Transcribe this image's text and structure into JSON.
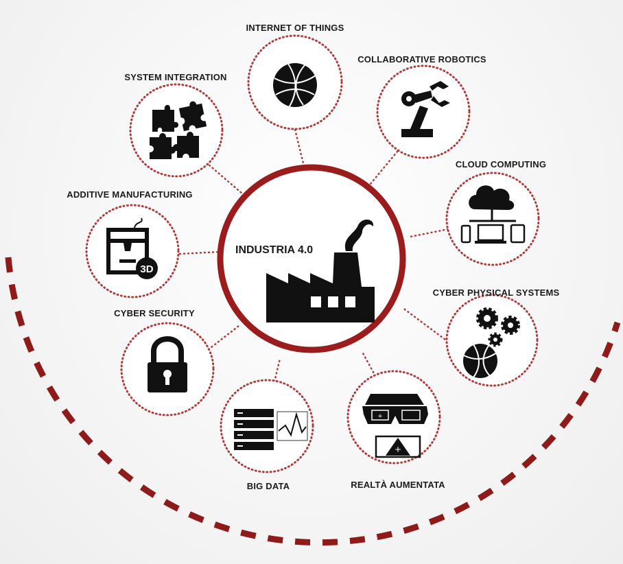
{
  "hub": {
    "title": "INDUSTRIA 4.0"
  },
  "nodes": [
    {
      "id": "iot",
      "label": "INTERNET OF THINGS",
      "icon": "globe-network-icon"
    },
    {
      "id": "robotics",
      "label": "COLLABORATIVE ROBOTICS",
      "icon": "robot-arm-icon"
    },
    {
      "id": "cloud",
      "label": "CLOUD COMPUTING",
      "icon": "cloud-devices-icon"
    },
    {
      "id": "cps",
      "label": "CYBER PHYSICAL SYSTEMS",
      "icon": "gears-globe-icon"
    },
    {
      "id": "ar",
      "label": "REALTÀ AUMENTATA",
      "icon": "ar-glasses-icon"
    },
    {
      "id": "bigdata",
      "label": "BIG DATA",
      "icon": "server-data-icon"
    },
    {
      "id": "security",
      "label": "CYBER SECURITY",
      "icon": "padlock-icon"
    },
    {
      "id": "additive",
      "label": "ADDITIVE MANUFACTURING",
      "icon": "3d-printer-icon"
    },
    {
      "id": "integration",
      "label": "SYSTEM INTEGRATION",
      "icon": "puzzle-icon"
    }
  ],
  "colors": {
    "accent": "#9b1c1c",
    "dots": "#b03a3a",
    "ink": "#111111"
  }
}
